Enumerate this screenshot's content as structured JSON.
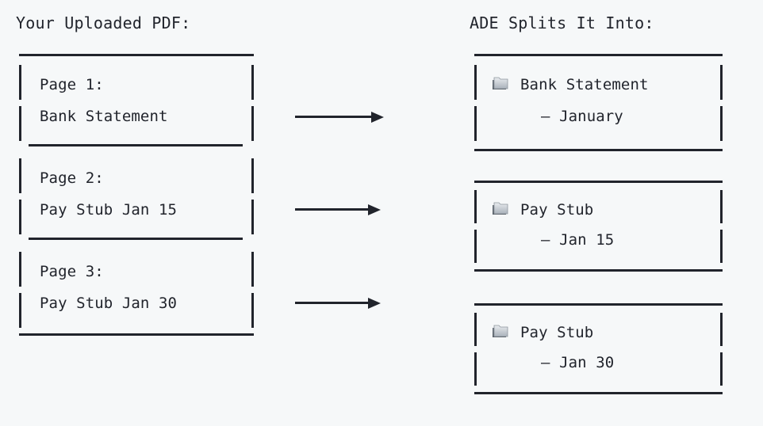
{
  "page": {
    "background_color": "#f6f8f9",
    "ink_color": "#21242c"
  },
  "headings": {
    "left": "Your Uploaded PDF:",
    "right": "ADE Splits It Into:"
  },
  "source_document": {
    "name": "uploaded-pdf-box",
    "pages": [
      {
        "label": "Page 1:",
        "title": "Bank Statement"
      },
      {
        "label": "Page 2:",
        "title": "Pay Stub Jan 15"
      },
      {
        "label": "Page 3:",
        "title": "Pay Stub Jan 30"
      }
    ]
  },
  "arrows": [
    {
      "name": "split-arrow-1",
      "glyph": "→"
    },
    {
      "name": "split-arrow-2",
      "glyph": "→"
    },
    {
      "name": "split-arrow-3",
      "glyph": "→"
    }
  ],
  "split_results": [
    {
      "icon": "folder-icon",
      "line1": "Bank Statement",
      "line2": "– January"
    },
    {
      "icon": "folder-icon",
      "line1": "Pay Stub",
      "line2": "– Jan 15"
    },
    {
      "icon": "folder-icon",
      "line1": "Pay Stub",
      "line2": "– Jan 30"
    }
  ]
}
